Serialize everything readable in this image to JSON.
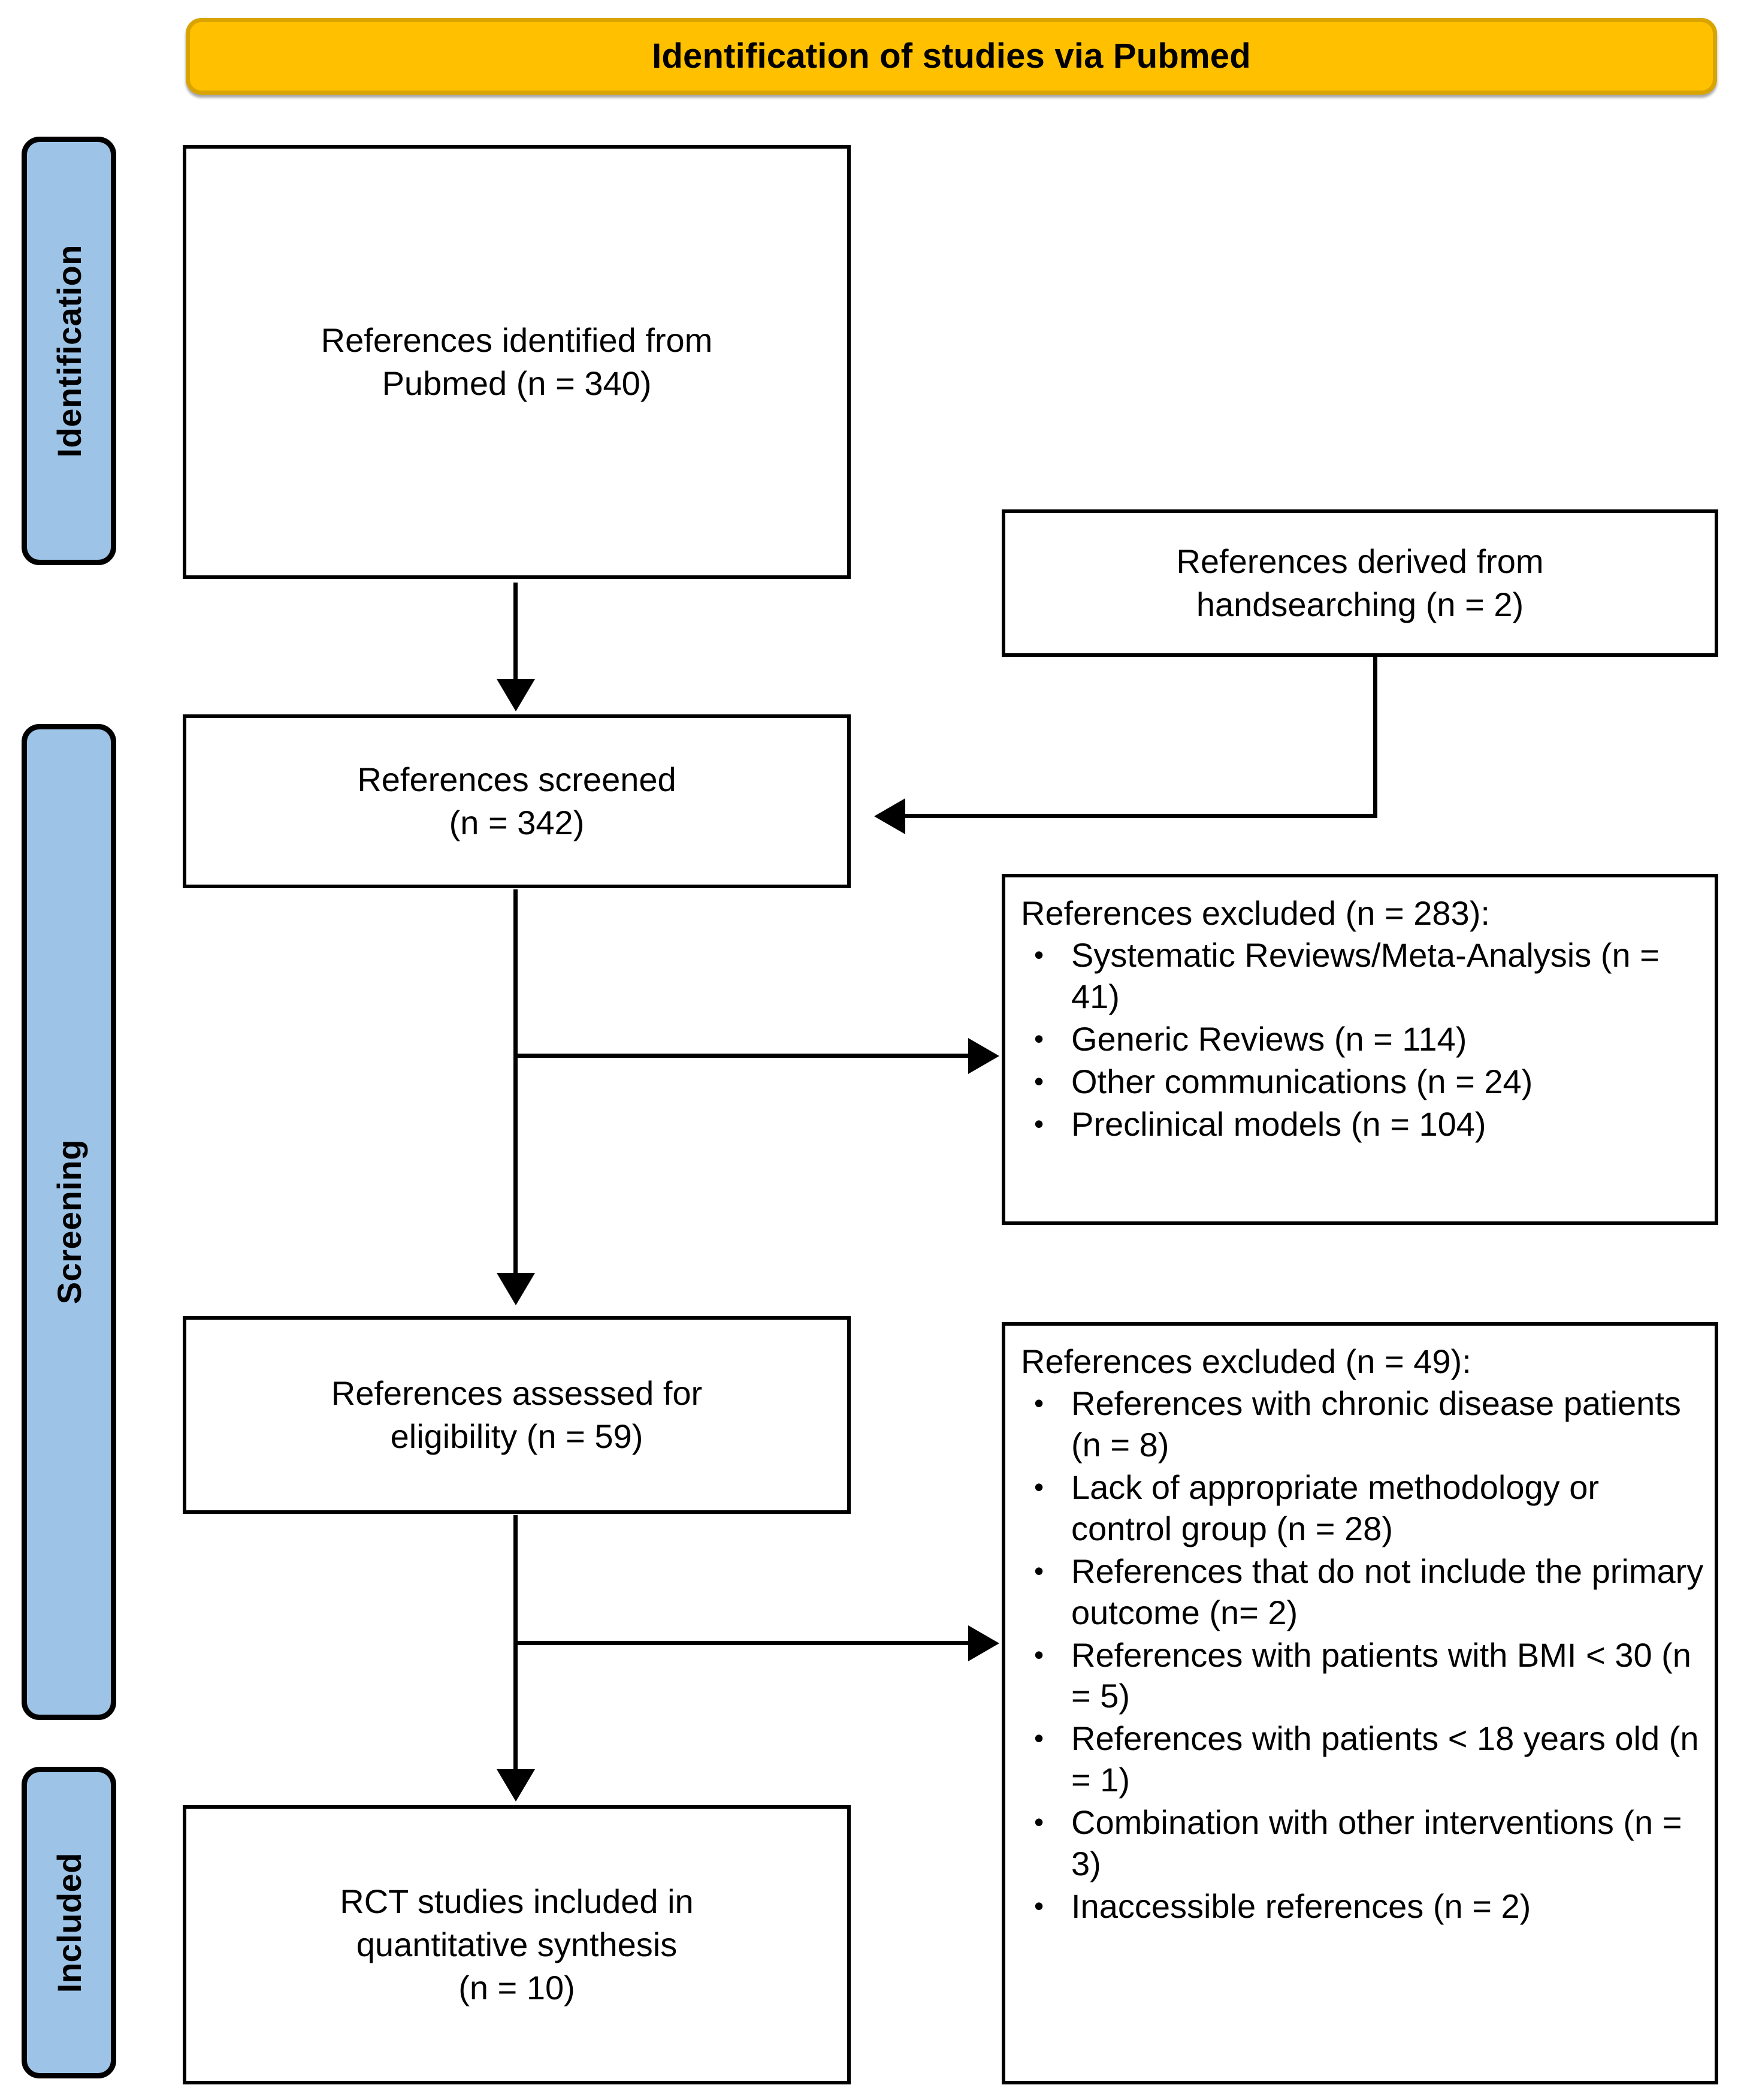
{
  "banner": {
    "title": "Identification of studies via Pubmed",
    "fill_color": "#FFC000",
    "border_color": "#D9A400"
  },
  "stages": [
    {
      "id": "identification",
      "label": "Identification",
      "fill_color": "#9DC3E6"
    },
    {
      "id": "screening",
      "label": "Screening",
      "fill_color": "#9DC3E6"
    },
    {
      "id": "included",
      "label": "Included",
      "fill_color": "#9DC3E6"
    }
  ],
  "boxes": {
    "identified": {
      "line1": "References identified from",
      "line2": "Pubmed (n = 340)"
    },
    "handsearching": {
      "line1": "References derived from",
      "line2": "handsearching (n = 2)"
    },
    "screened": {
      "line1": "References screened",
      "line2": "(n = 342)"
    },
    "eligibility": {
      "line1": "References assessed for",
      "line2": "eligibility (n = 59)"
    },
    "included_final": {
      "line1": "RCT studies included in",
      "line2": "quantitative  synthesis",
      "line3": "(n = 10)"
    }
  },
  "exclusions": {
    "screening": {
      "title": "References excluded (n = 283):",
      "bullet_glyph": "•",
      "items": [
        "Systematic Reviews/Meta-Analysis (n = 41)",
        "Generic Reviews (n = 114)",
        "Other communications (n = 24)",
        "Preclinical models (n = 104)"
      ]
    },
    "eligibility": {
      "title": "References excluded (n = 49):",
      "bullet_glyph": "•",
      "items": [
        "References with chronic disease patients (n = 8)",
        "Lack of appropriate methodology or control group (n = 28)",
        "References that do not include the primary outcome (n= 2)",
        "References with patients with BMI < 30 (n = 5)",
        "References with patients < 18 years old (n = 1)",
        "Combination with  other interventions (n = 3)",
        "Inaccessible references (n = 2)"
      ]
    }
  }
}
